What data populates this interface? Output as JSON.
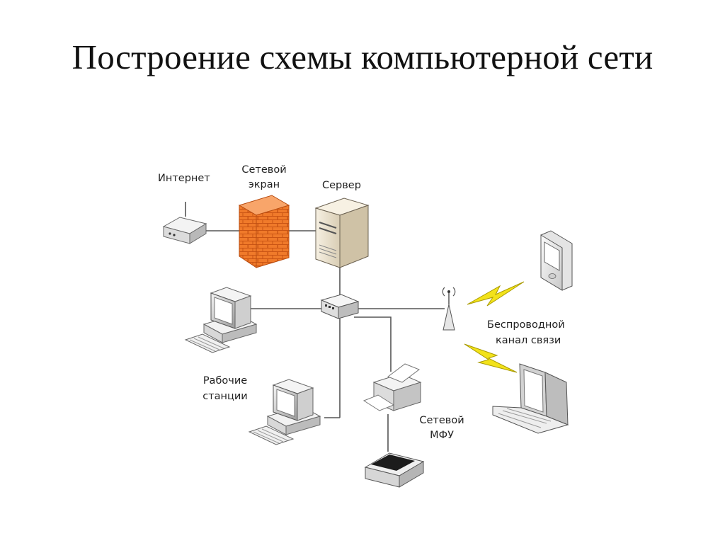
{
  "title": "Построение схемы компьютерной сети",
  "labels": {
    "internet": "Интернет",
    "firewall_line1": "Сетевой",
    "firewall_line2": "экран",
    "server": "Сервер",
    "workstations_line1": "Рабочие",
    "workstations_line2": "станции",
    "wireless_line1": "Беспроводной",
    "wireless_line2": "канал связи",
    "mfp_line1": "Сетевой",
    "mfp_line2": "МФУ"
  },
  "colors": {
    "firewall_brick": "#f07a2a",
    "lightning": "#f2e21a",
    "wire": "#555555"
  },
  "icons": {
    "modem": "modem-icon",
    "firewall": "firewall-icon",
    "server": "server-icon",
    "switch": "switch-icon",
    "workstation": "workstation-icon",
    "printer": "printer-icon",
    "scanner": "scanner-icon",
    "wireless_access_point": "antenna-icon",
    "pda": "pda-icon",
    "laptop": "laptop-icon"
  }
}
